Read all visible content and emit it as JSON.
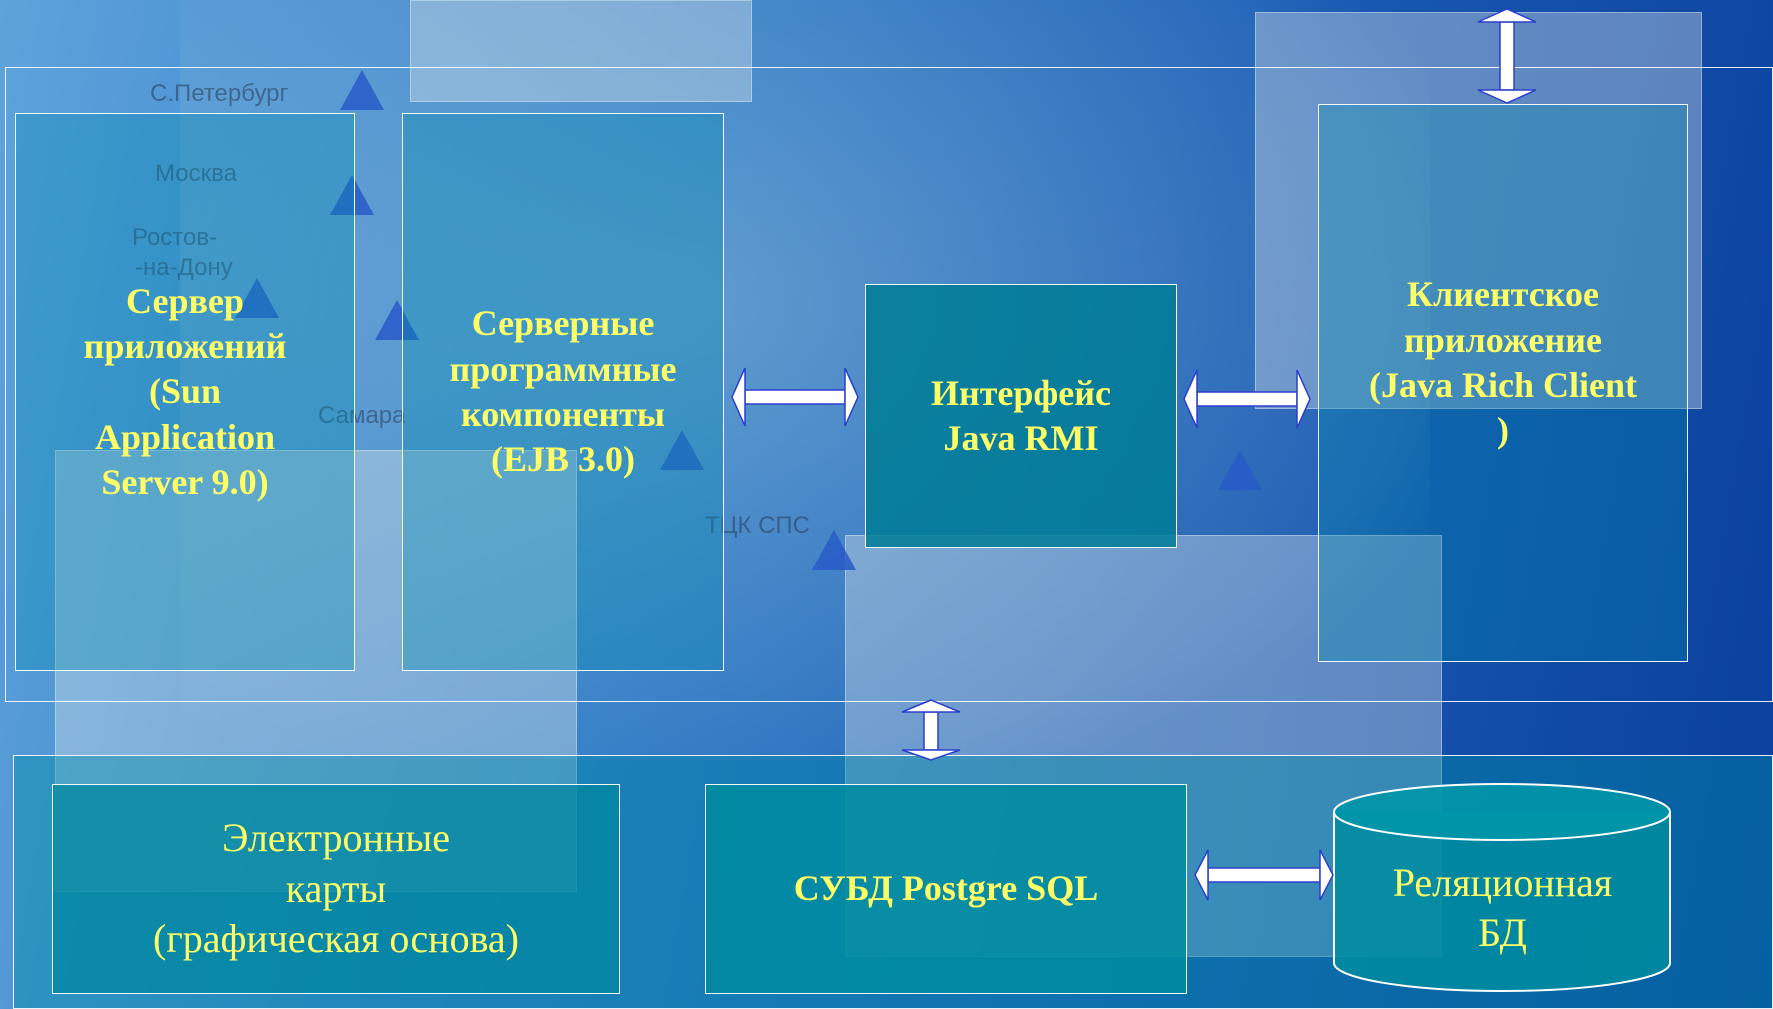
{
  "background": {
    "map_labels": [
      "С.Петербург",
      "Москва",
      "Ростов-",
      "-на-Дону",
      "Самара",
      "ТЦК СПС"
    ]
  },
  "colors": {
    "label_text": "#ffff66",
    "box_fill": "#008296",
    "border": "#ffffff",
    "arrow": "#2a3fcc"
  },
  "nodes": {
    "app_server": {
      "lines": [
        "Сервер",
        "приложений",
        "(Sun",
        "Application",
        "Server 9.0)"
      ]
    },
    "server_components": {
      "lines": [
        "Серверные",
        "программные",
        "компоненты",
        "(EJB 3.0)"
      ]
    },
    "rmi_interface": {
      "lines": [
        "Интерфейс",
        "Java RMI"
      ]
    },
    "client_app": {
      "lines": [
        "Клиентское",
        "приложение",
        "(Java Rich Client",
        ")"
      ]
    },
    "electronic_maps": {
      "lines": [
        "Электронные",
        "карты",
        "(графическая основа)"
      ]
    },
    "dbms": {
      "lines": [
        "СУБД Postgre SQL"
      ]
    },
    "relational_db": {
      "lines": [
        "Реляционная",
        "БД"
      ]
    }
  }
}
